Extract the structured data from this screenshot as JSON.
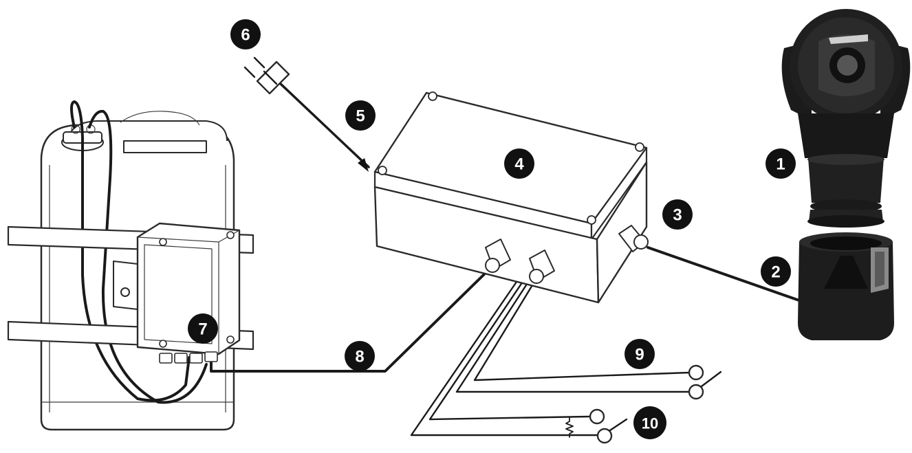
{
  "callouts": {
    "c1": "1",
    "c2": "2",
    "c3": "3",
    "c4": "4",
    "c5": "5",
    "c6": "6",
    "c7": "7",
    "c8": "8",
    "c9": "9",
    "c10": "10"
  },
  "colors": {
    "ink": "#111111",
    "background": "#ffffff",
    "camera_body": "#1b1b1b"
  },
  "icons": [
    "ptz-camera-icon",
    "camera-mount-icon",
    "cable-gland-icon",
    "junction-box-icon",
    "power-plug-icon",
    "water-tank-icon",
    "pump-box-icon",
    "switch-contact-icon",
    "resistor-icon"
  ]
}
